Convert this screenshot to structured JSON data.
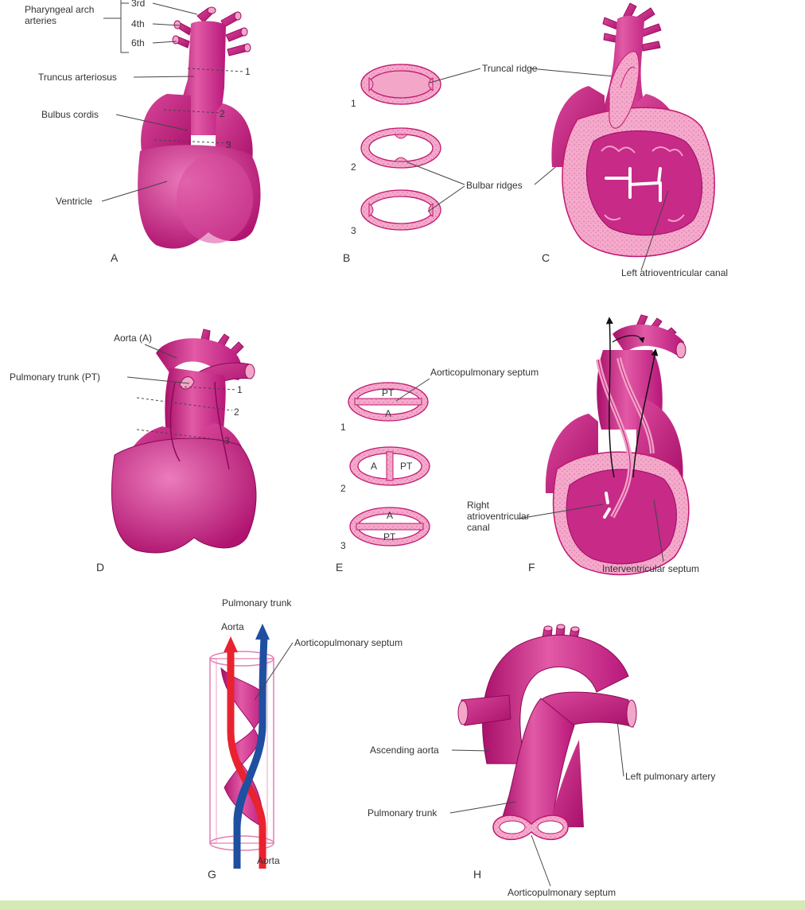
{
  "labels": {
    "pharyngeal_arch_arteries": [
      "Pharyngeal arch",
      "arteries"
    ],
    "arch_3rd": "3rd",
    "arch_4th": "4th",
    "arch_6th": "6th",
    "truncus_arteriosus": "Truncus arteriosus",
    "bulbus_cordis": "Bulbus cordis",
    "ventricle": "Ventricle",
    "truncal_ridge": "Truncal ridge",
    "bulbar_ridges": "Bulbar ridges",
    "left_av_canal": "Left atrioventricular canal",
    "aorta_a": "Aorta (A)",
    "pulmonary_trunk_pt": "Pulmonary trunk (PT)",
    "aorticopulmonary_septum": "Aorticopulmonary septum",
    "right_av_canal": [
      "Right",
      "atrioventricular",
      "canal"
    ],
    "interventricular_septum": "Interventricular septum",
    "pulmonary_trunk": "Pulmonary trunk",
    "aorta": "Aorta",
    "ascending_aorta": "Ascending aorta",
    "left_pulmonary_artery": "Left pulmonary artery"
  },
  "section_numbers": [
    "1",
    "2",
    "3"
  ],
  "ring_labels": {
    "PT": "PT",
    "A": "A"
  },
  "panels": [
    "A",
    "B",
    "C",
    "D",
    "E",
    "F",
    "G",
    "H"
  ],
  "colors": {
    "heart": "#c72a87",
    "heart_light": "#f0a0c8",
    "aorta_arrow": "#e8232f",
    "pulmonary_arrow": "#1f4fa0",
    "bottom_band": "#d4e9b4"
  }
}
